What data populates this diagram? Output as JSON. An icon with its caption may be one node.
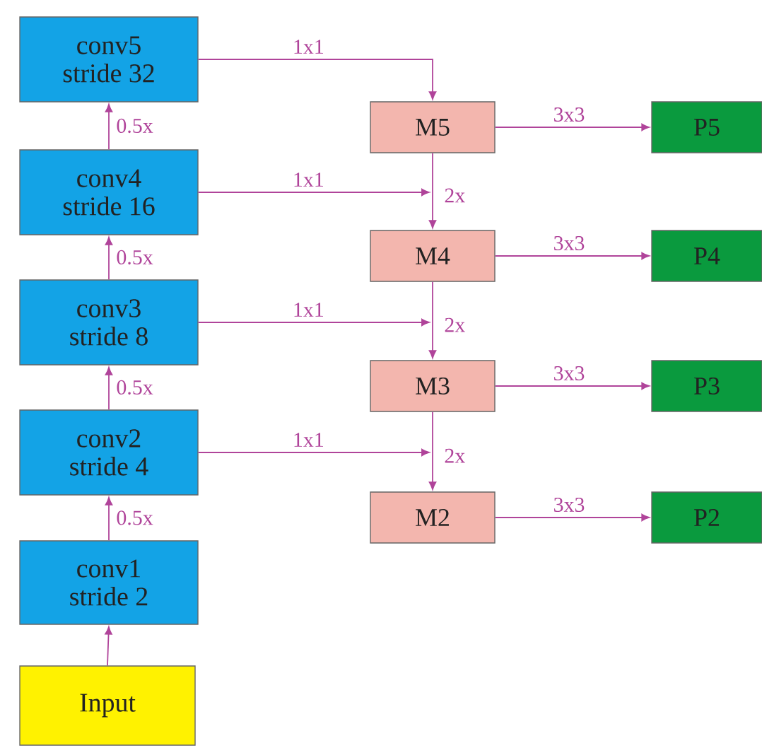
{
  "diagram": {
    "nodes": [
      {
        "text": [
          "conv5",
          "stride 32"
        ]
      },
      {
        "text": [
          "conv4",
          "stride 16"
        ]
      },
      {
        "text": [
          "conv3",
          "stride 8"
        ]
      },
      {
        "text": [
          "conv2",
          "stride 4"
        ]
      },
      {
        "text": [
          "conv1",
          "stride 2"
        ]
      },
      {
        "text": [
          "Input"
        ]
      },
      {
        "text": [
          "M5"
        ]
      },
      {
        "text": [
          "M4"
        ]
      },
      {
        "text": [
          "M3"
        ]
      },
      {
        "text": [
          "M2"
        ]
      },
      {
        "text": [
          "P5"
        ]
      },
      {
        "text": [
          "P4"
        ]
      },
      {
        "text": [
          "P3"
        ]
      },
      {
        "text": [
          "P2"
        ]
      }
    ],
    "edges": [
      {
        "from": 5,
        "to": 4,
        "arrow": "to"
      },
      {
        "from": 4,
        "to": 3,
        "arrow": "to",
        "label": "0.5x"
      },
      {
        "from": 3,
        "to": 2,
        "arrow": "to",
        "label": "0.5x"
      },
      {
        "from": 2,
        "to": 1,
        "arrow": "to",
        "label": "0.5x"
      },
      {
        "from": 1,
        "to": 0,
        "arrow": "to",
        "label": "0.5x"
      },
      {
        "from": 0,
        "to": 6,
        "arrow": "to",
        "label": "1x1"
      },
      {
        "from": 1,
        "to": 7,
        "arrow": "to",
        "label": "1x1"
      },
      {
        "from": 2,
        "to": 8,
        "arrow": "to",
        "label": "1x1"
      },
      {
        "from": 3,
        "to": 9,
        "arrow": "to",
        "label": "1x1"
      },
      {
        "from": 6,
        "to": 7,
        "arrow": "to",
        "label": "2x"
      },
      {
        "from": 7,
        "to": 8,
        "arrow": "to",
        "label": "2x"
      },
      {
        "from": 8,
        "to": 9,
        "arrow": "to",
        "label": "2x"
      },
      {
        "from": 6,
        "to": 10,
        "arrow": "to",
        "label": "3x3"
      },
      {
        "from": 7,
        "to": 11,
        "arrow": "to",
        "label": "3x3"
      },
      {
        "from": 8,
        "to": 12,
        "arrow": "to",
        "label": "3x3"
      },
      {
        "from": 9,
        "to": 13,
        "arrow": "to",
        "label": "3x3"
      }
    ]
  }
}
